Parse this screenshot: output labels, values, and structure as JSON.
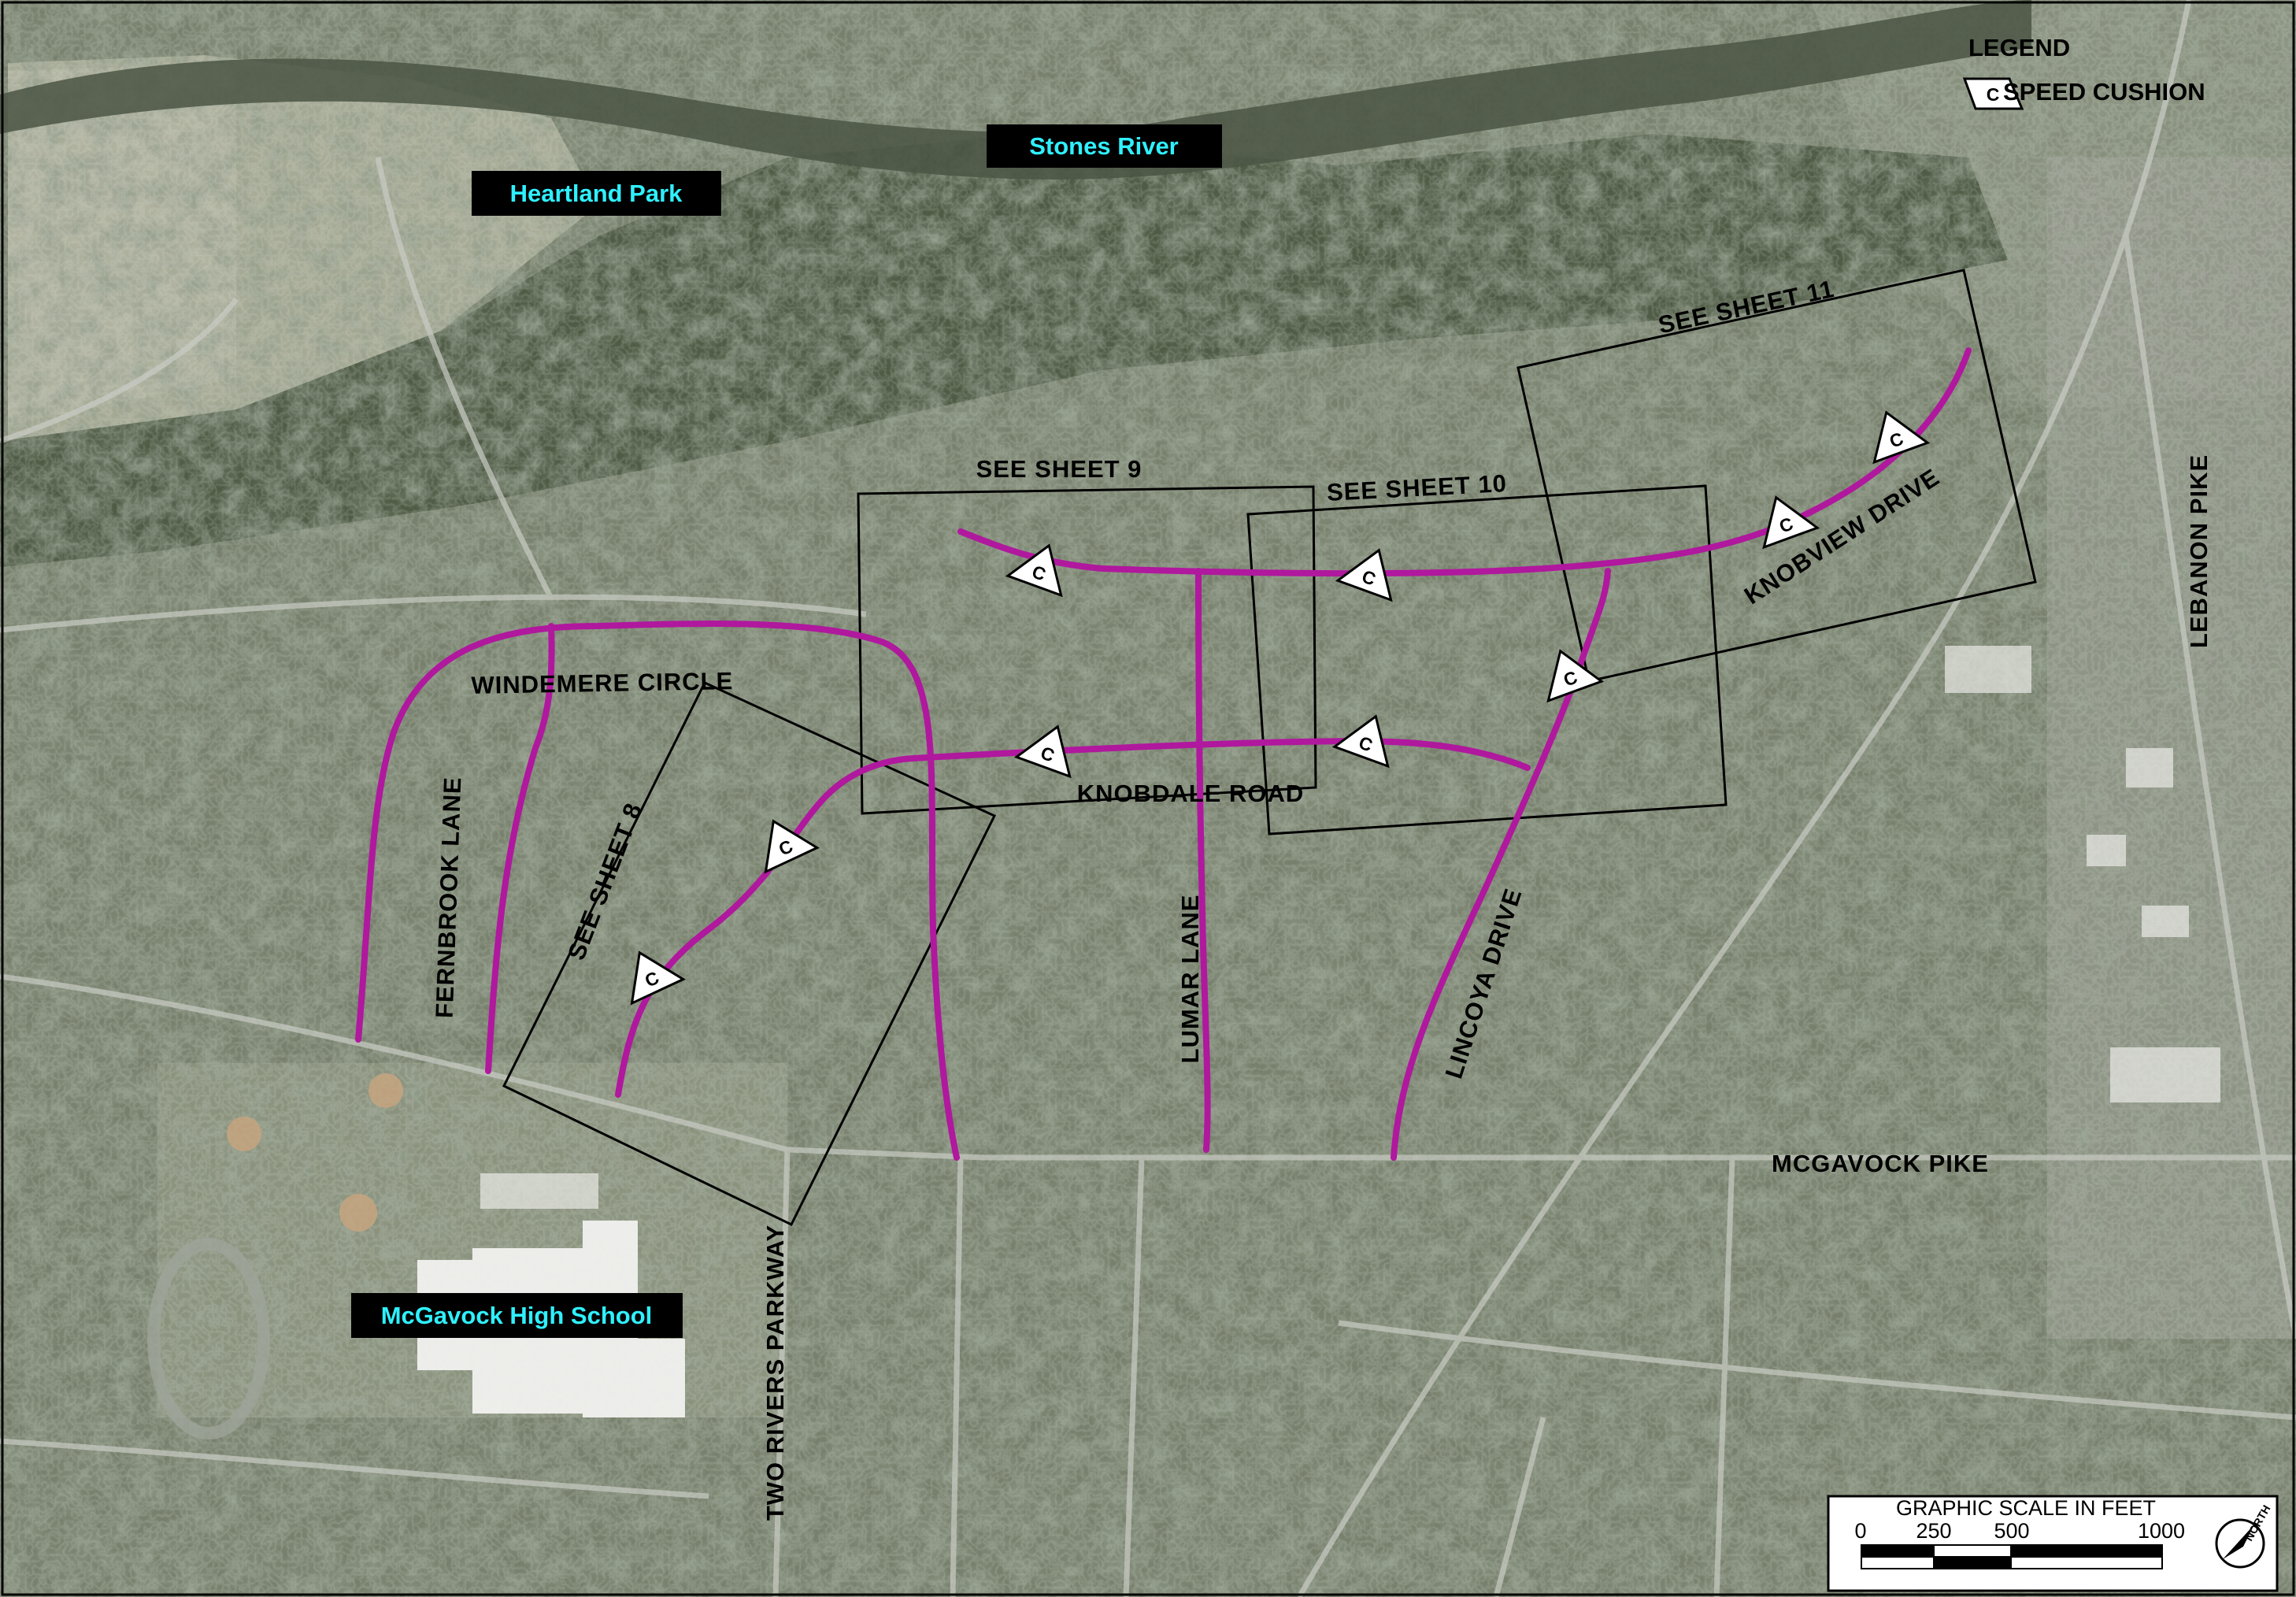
{
  "map": {
    "places": {
      "stones_river": "Stones River",
      "heartland_park": "Heartland Park",
      "mcgavock_high_school": "McGavock High School"
    },
    "streets": {
      "windemere_circle": "WINDEMERE CIRCLE",
      "fernbrook_lane": "FERNBROOK LANE",
      "knobdale_road": "KNOBDALE ROAD",
      "lumar_lane": "LUMAR LANE",
      "lincoya_drive": "LINCOYA DRIVE",
      "knobview_drive": "KNOBVIEW DRIVE",
      "mcgavock_pike": "MCGAVOCK PIKE",
      "two_rivers_parkway": "TWO RIVERS PARKWAY",
      "lebanon_pike": "LEBANON PIKE"
    },
    "sheets": {
      "sheet_8": "SEE SHEET 8",
      "sheet_9": "SEE SHEET 9",
      "sheet_10": "SEE SHEET 10",
      "sheet_11": "SEE SHEET 11"
    },
    "cushion_symbol_letter": "C"
  },
  "legend": {
    "title": "LEGEND",
    "symbol_letter": "C",
    "item_label": "SPEED CUSHION"
  },
  "scale_bar": {
    "title": "GRAPHIC SCALE IN FEET",
    "ticks": [
      "0",
      "250",
      "500",
      "1000"
    ]
  },
  "north_arrow": {
    "label": "NORTH"
  },
  "colors": {
    "route": "#b0189e",
    "label_box": "#000000",
    "label_text": "#2ff0ff",
    "sheet_frame": "#000000",
    "aerial_base": "#6f7b62"
  }
}
